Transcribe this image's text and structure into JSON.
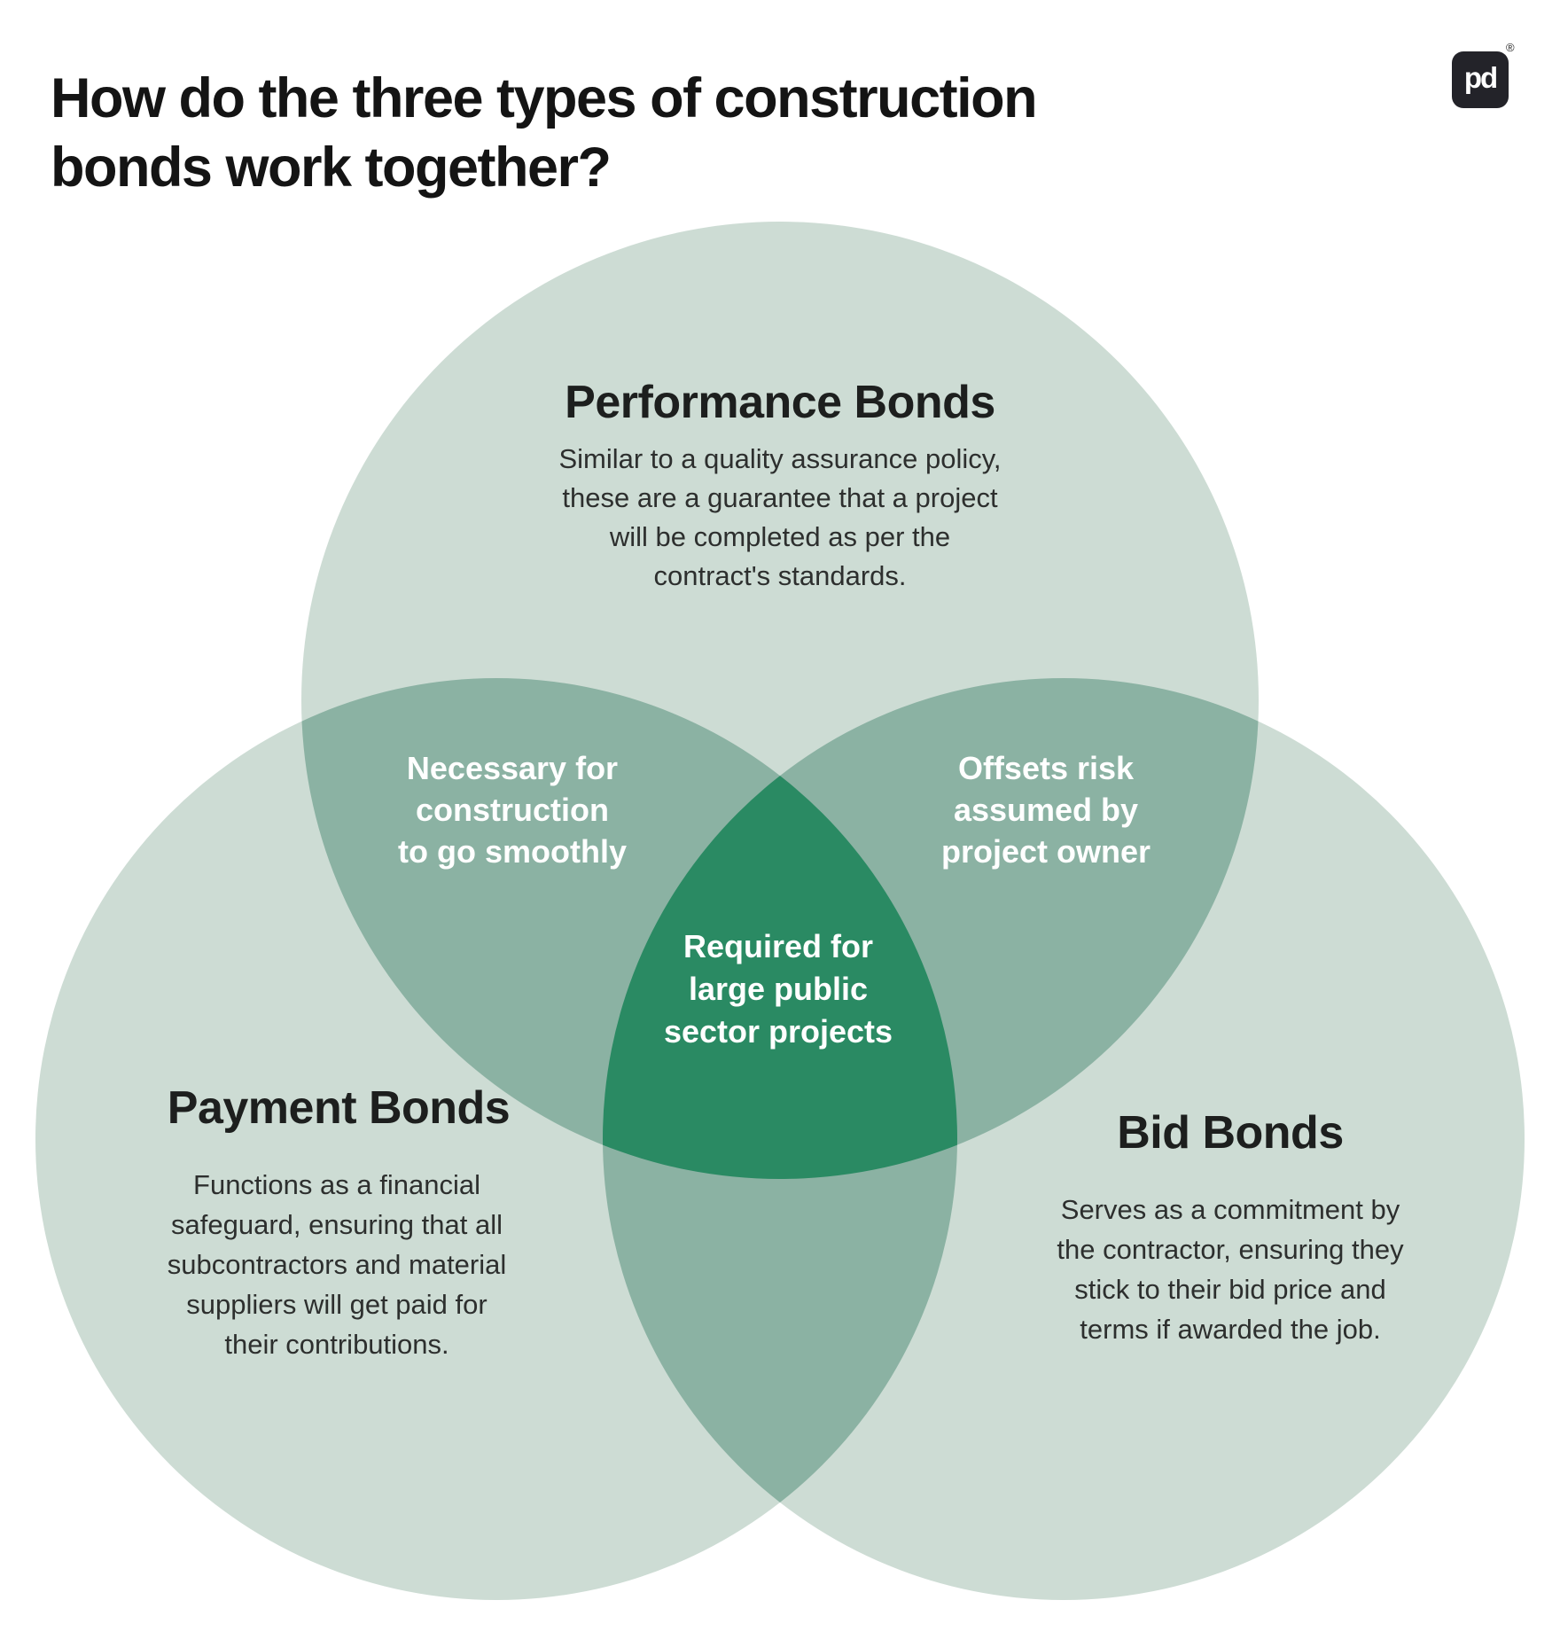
{
  "title": {
    "line1": "How do the three types of construction",
    "line2": "bonds work together?"
  },
  "logo": {
    "mark": "pd",
    "registered": "®"
  },
  "colors": {
    "circle_light": "#cddcd4",
    "overlap_medium": "#8bb2a3",
    "center_dark": "#2a8a63",
    "ink": "#1d1f1e",
    "label_white": "#ffffff"
  },
  "performance": {
    "heading": "Performance Bonds",
    "desc_lines": [
      "Similar to a quality assurance policy,",
      "these are a guarantee that a project",
      "will be completed as per the",
      "contract's standards."
    ]
  },
  "payment": {
    "heading": "Payment Bonds",
    "desc_lines": [
      "Functions as a financial",
      "safeguard, ensuring that all",
      "subcontractors and material",
      "suppliers will get paid for",
      "their contributions."
    ]
  },
  "bid": {
    "heading": "Bid Bonds",
    "desc_lines": [
      "Serves as a commitment by",
      "the contractor, ensuring they",
      "stick to their bid price and",
      "terms if awarded the job."
    ]
  },
  "overlaps": {
    "performance_payment": {
      "lines": [
        "Necessary for",
        "construction",
        "to go smoothly"
      ]
    },
    "performance_bid": {
      "lines": [
        "Offsets risk",
        "assumed by",
        "project owner"
      ]
    },
    "center": {
      "lines": [
        "Required for",
        "large public",
        "sector projects"
      ]
    }
  }
}
